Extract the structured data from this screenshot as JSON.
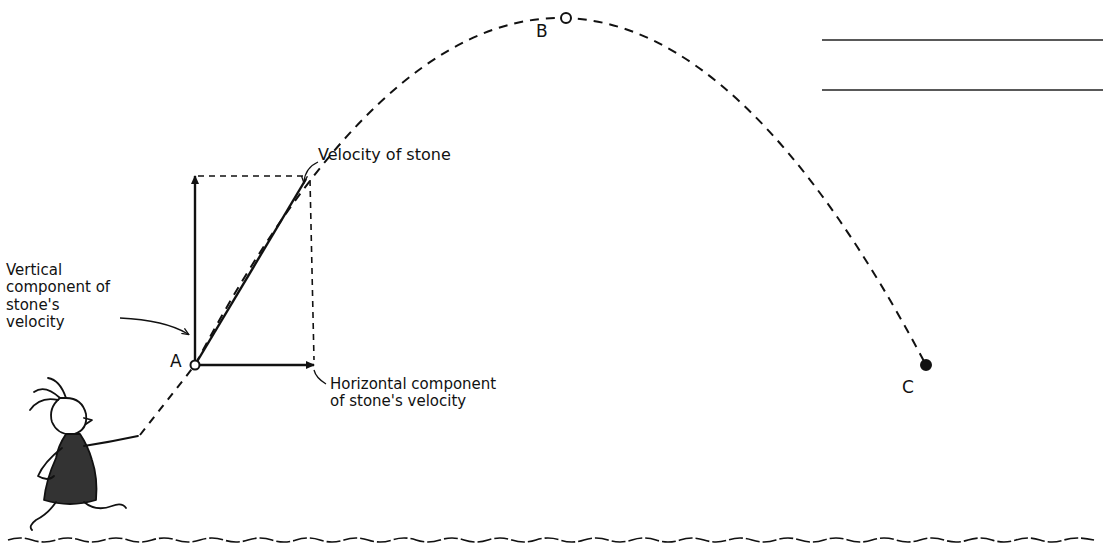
{
  "diagram": {
    "labels": [
      "B",
      "Velocity of stone",
      "Vertical component of stone's velocity",
      "A",
      "Horizontal component of stone's velocity",
      "C"
    ]
  }
}
